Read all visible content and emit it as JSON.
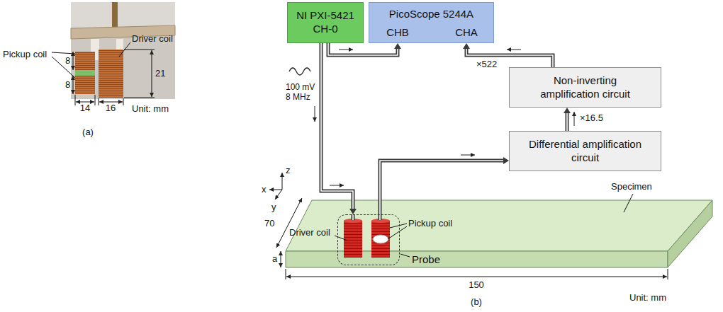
{
  "diagram": {
    "nodes": [
      {
        "text": [
          "NI PXI-5421",
          "CH-0"
        ]
      },
      {
        "text": [
          "PicoScope 5244A",
          "CHB",
          "CHA"
        ]
      },
      {
        "text": [
          "Non-inverting amplification circuit"
        ]
      },
      {
        "text": [
          "Differential amplification circuit"
        ]
      },
      {
        "text": [
          "Probe"
        ]
      }
    ],
    "edges": [
      {
        "from": 0,
        "to": 1,
        "arrow": "to"
      },
      {
        "from": 0,
        "to": 4,
        "label": "100 mV 8 MHz",
        "arrow": "to"
      },
      {
        "from": 4,
        "to": 3,
        "arrow": "to"
      },
      {
        "from": 3,
        "to": 2,
        "label": "×16.5",
        "arrow": "to"
      },
      {
        "from": 2,
        "to": 1,
        "label": "×522",
        "arrow": "to"
      }
    ],
    "labels": [
      "Pickup coil",
      "Driver coil",
      "8",
      "8",
      "14",
      "16",
      "21",
      "Unit: mm",
      "(a)",
      "z",
      "x",
      "y",
      "70",
      "a",
      "Specimen",
      "Driver coil",
      "Pickup coil",
      "150",
      "Unit: mm",
      "(b)"
    ]
  }
}
